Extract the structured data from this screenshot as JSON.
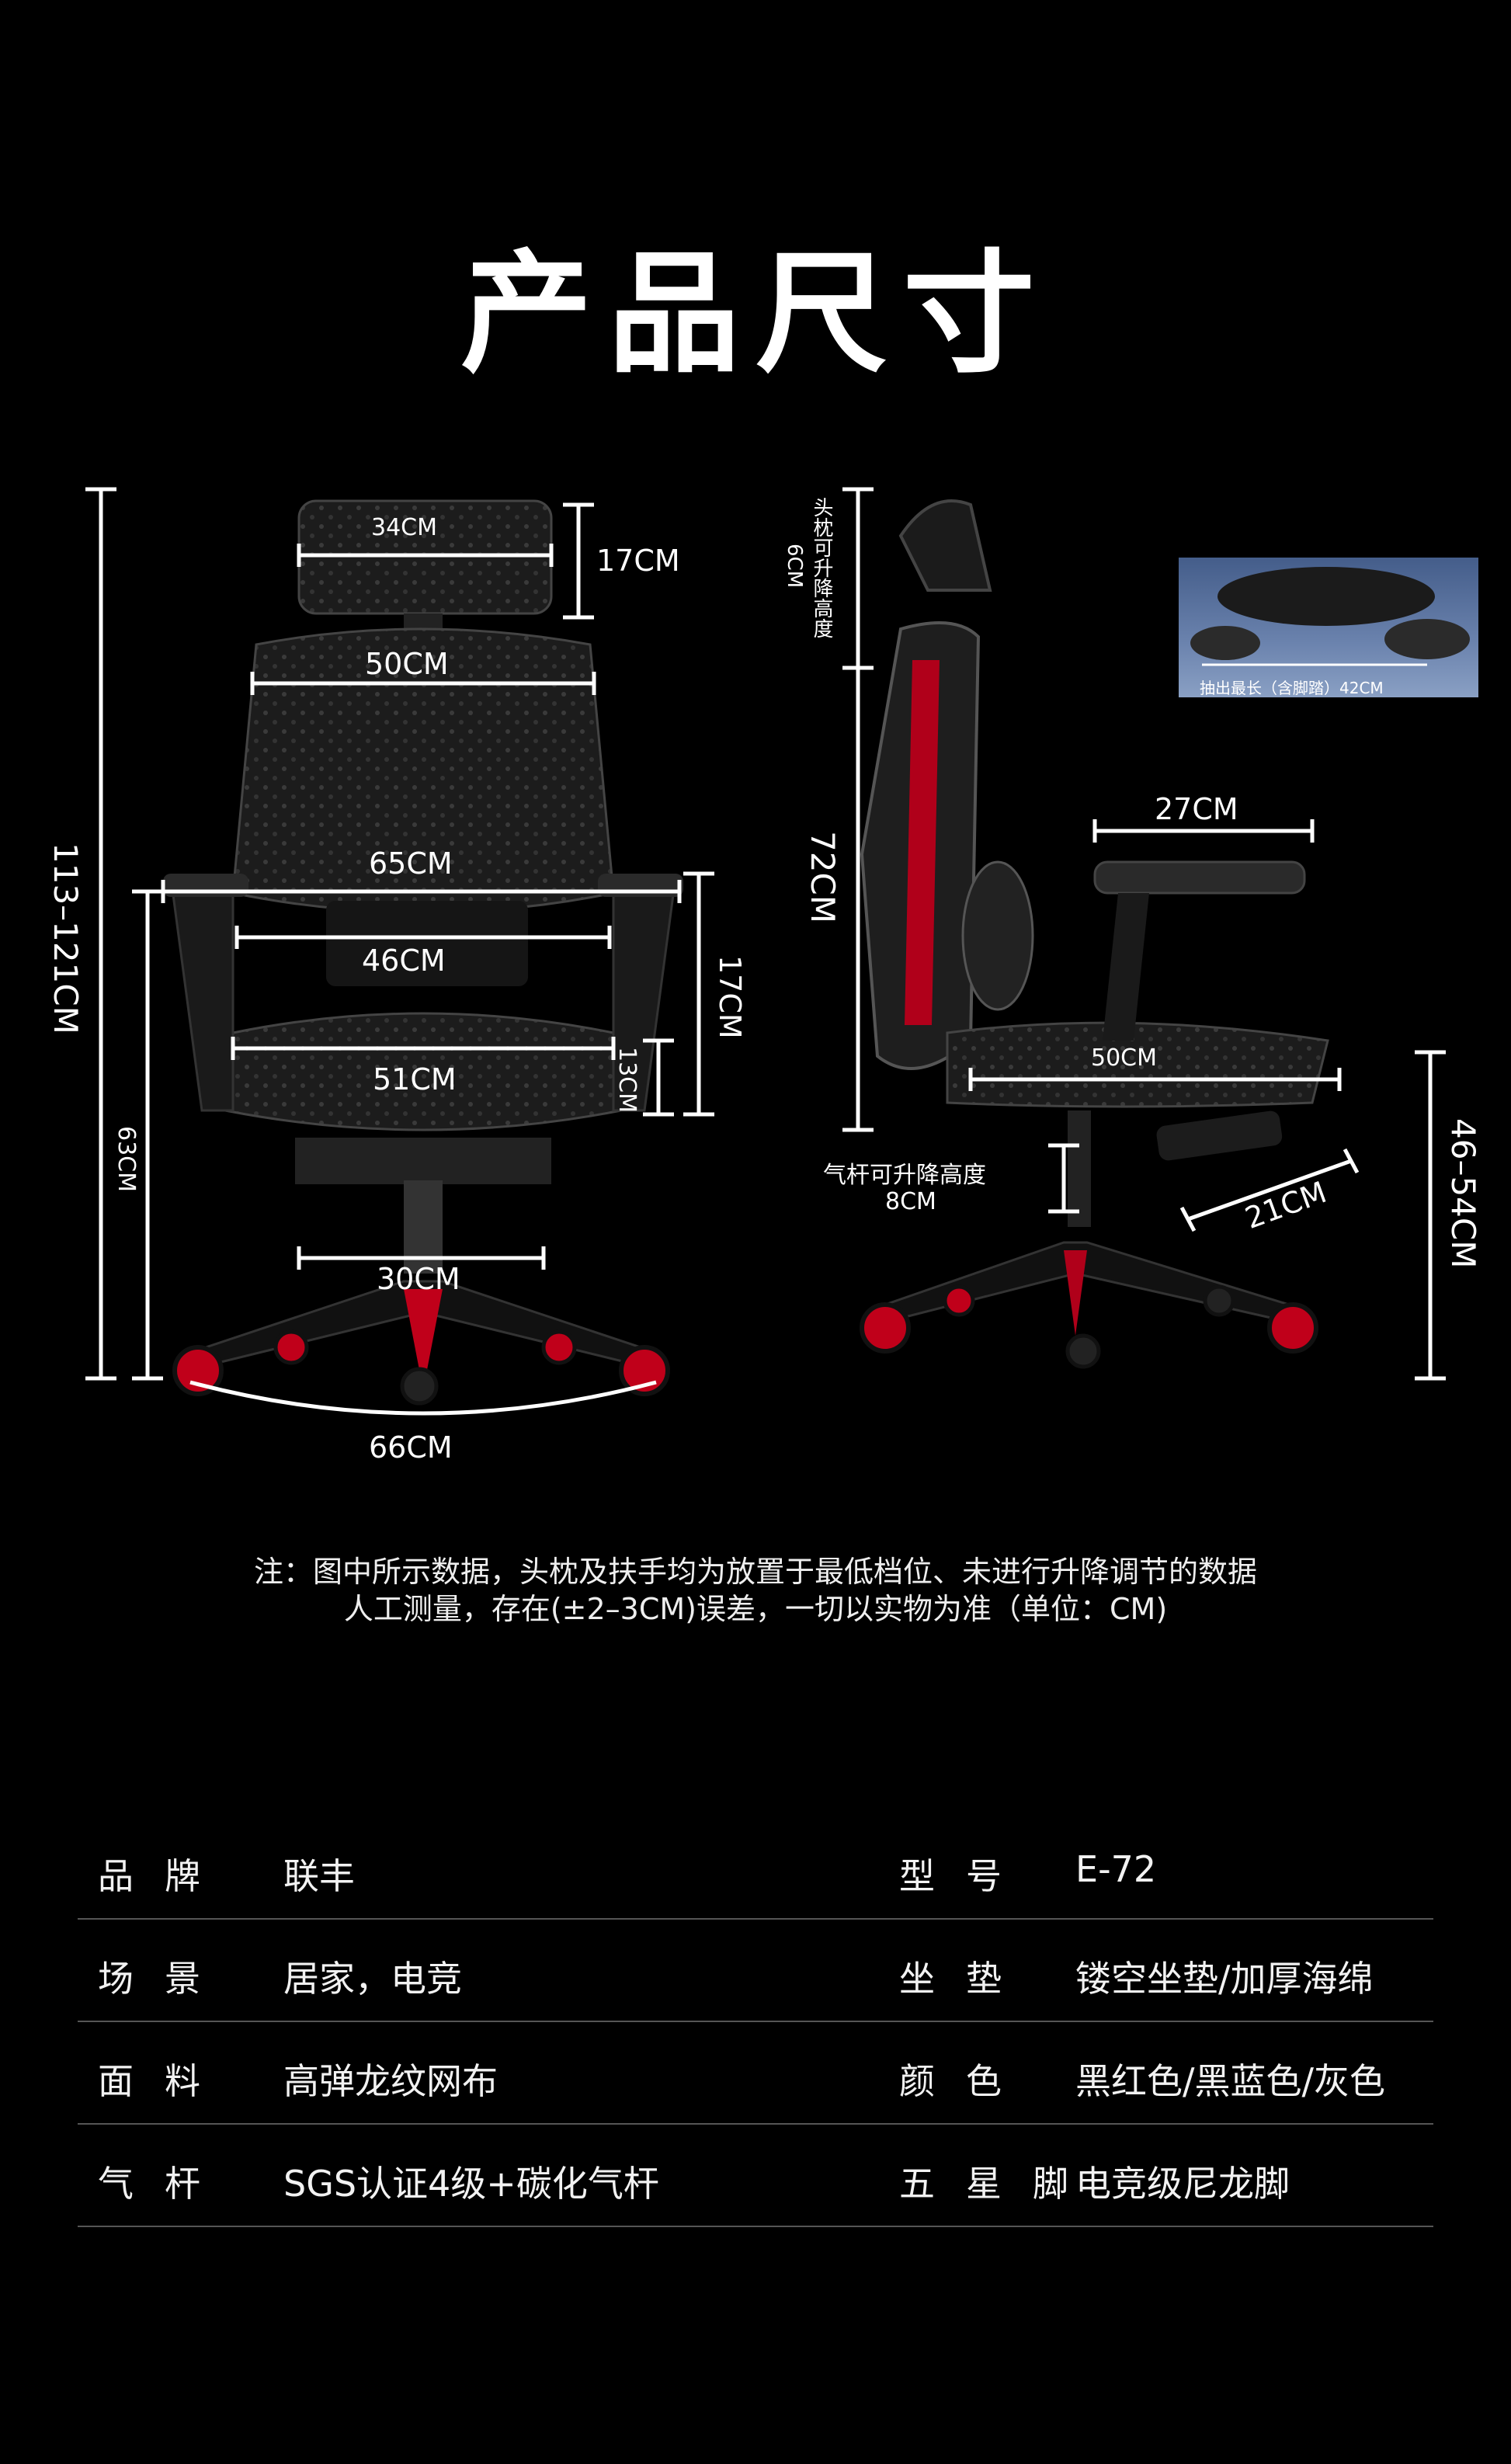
{
  "title": "产品尺寸",
  "front": {
    "height_total": "113–121CM",
    "headrest_width": "34CM",
    "headrest_height": "17CM",
    "back_width": "50CM",
    "armrest_span": "65CM",
    "lumbar_width": "46CM",
    "arm_height": "17CM",
    "seat_width": "51CM",
    "seat_thickness": "13CM",
    "seat_height": "63CM",
    "base_inner": "30CM",
    "base_width": "66CM"
  },
  "side": {
    "headrest_adjust": "头枕可升降高度",
    "headrest_adjust_value": "6CM",
    "back_height": "72CM",
    "arm_length": "27CM",
    "seat_depth": "50CM",
    "gas_lift_label": "气杆可升降高度",
    "gas_lift_value": "8CM",
    "footrest": "21CM",
    "seat_height_range": "46–54CM",
    "inset_label": "抽出最长（含脚踏）42CM"
  },
  "note": {
    "line1": "注：图中所示数据，头枕及扶手均为放置于最低档位、未进行升降调节的数据",
    "line2": "人工测量，存在(±2–3CM)误差，一切以实物为准（单位：CM)"
  },
  "specs": [
    {
      "k1": "品牌",
      "v1": "联丰",
      "k2": "型号",
      "v2": "E-72"
    },
    {
      "k1": "场景",
      "v1": "居家，电竞",
      "k2": "坐垫",
      "v2": "镂空坐垫/加厚海绵"
    },
    {
      "k1": "面料",
      "v1": "高弹龙纹网布",
      "k2": "颜色",
      "v2": "黑红色/黑蓝色/灰色"
    },
    {
      "k1": "气杆",
      "v1": "SGS认证4级+碳化气杆",
      "k2": "五星脚",
      "v2": "电竞级尼龙脚"
    }
  ],
  "colors": {
    "accent": "#d0021b",
    "bg": "#000000",
    "mesh": "#2a2a2a"
  }
}
